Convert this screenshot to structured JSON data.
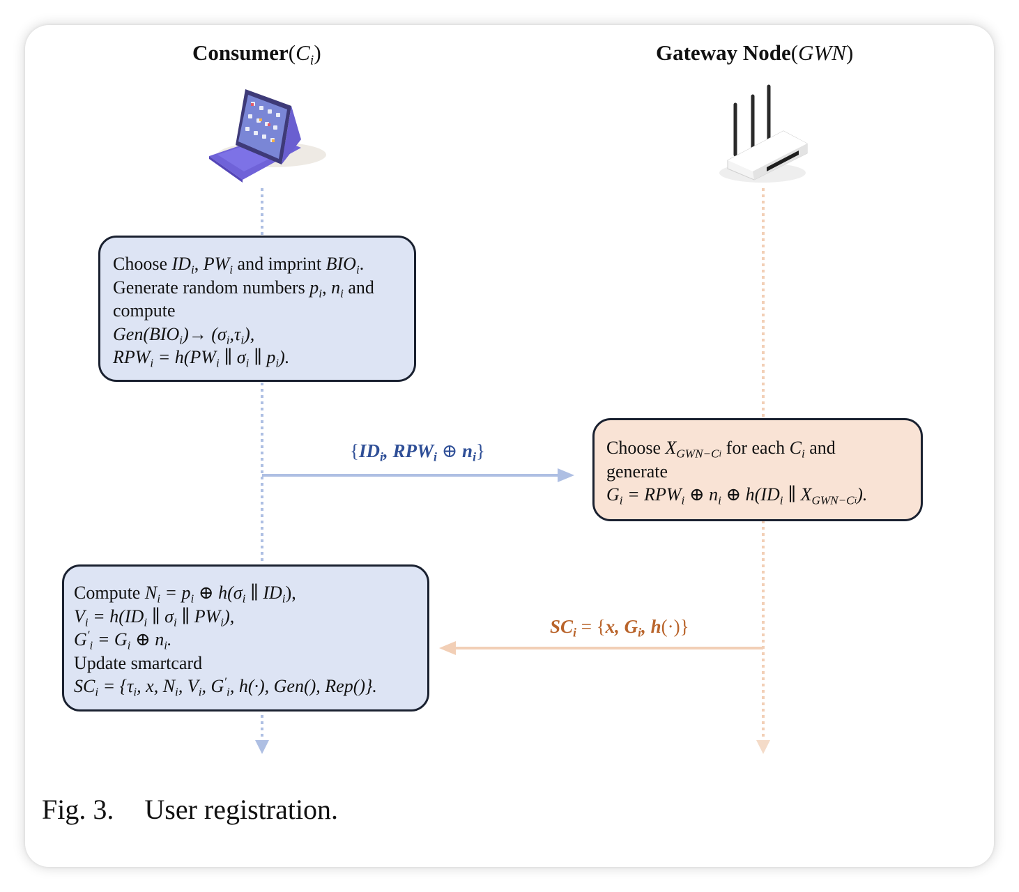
{
  "consumer": {
    "label": "Consumer",
    "symbol": "C",
    "subscript": "i"
  },
  "gateway": {
    "label": "Gateway Node",
    "symbol": "GWN"
  },
  "box1": {
    "l1": {
      "a": "Choose ",
      "b": "ID",
      "c": "i",
      "d": ", ",
      "e": "PW",
      "f": "i",
      "g": " and imprint ",
      "h": "BIO",
      "k": "i",
      "z": "."
    },
    "l2": {
      "a": "Generate random numbers ",
      "b": "p",
      "c": "i",
      "d": ", ",
      "e": "n",
      "f": "i",
      "g": " and"
    },
    "l3": "compute",
    "l4": {
      "a": "Gen(BIO",
      "b": "i",
      "c": ")→ (σ",
      "d": "i",
      "e": ",τ",
      "f": "i",
      "g": "),"
    },
    "l5": {
      "a": "RPW",
      "b": "i",
      "c": " = h(PW",
      "d": "i",
      "e": " ∥ σ",
      "f": "i",
      "g": " ∥ p",
      "h": "i",
      "k": ")."
    }
  },
  "msg1": {
    "a": "{",
    "b": "ID",
    "c": "i",
    "d": ", RPW",
    "e": "i",
    "f": " ⊕ ",
    "g": "n",
    "h": "i",
    "k": "}"
  },
  "box2": {
    "l1": {
      "a": "Choose ",
      "b": "X",
      "c": "GWN−C",
      "d": "i",
      "e": " for each ",
      "f": "C",
      "g": "i",
      "h": " and"
    },
    "l2": "generate",
    "l3": {
      "a": "G",
      "b": "i",
      "c": " = RPW",
      "d": "i",
      "e": " ⊕ n",
      "f": "i",
      "g": " ⊕ h(ID",
      "h": "i",
      "k": " ∥ X",
      "m": "GWN−C",
      "n": "i",
      "z": ")."
    }
  },
  "msg2": {
    "a": "SC",
    "b": "i",
    "c": " = {",
    "d": "x, G",
    "e": "i",
    "f": ", h",
    "g": "(·)}"
  },
  "box3": {
    "l1": {
      "a": "Compute ",
      "b": "N",
      "c": "i",
      "d": " = p",
      "e": "i",
      "f": " ⊕ h(σ",
      "g": "i",
      "h": " ∥ ID",
      "k": "i",
      "z": "),"
    },
    "l2": {
      "a": "V",
      "b": "i",
      "c": " = h(ID",
      "d": "i",
      "e": " ∥ σ",
      "f": "i",
      "g": " ∥ PW",
      "h": "i",
      "k": "),"
    },
    "l3": {
      "a": "G",
      "b": "′",
      "c": "i",
      "d": " = G",
      "e": "i",
      "f": " ⊕ n",
      "g": "i",
      "h": "."
    },
    "l4": "Update smartcard",
    "l5": {
      "a": "SC",
      "b": "i",
      "c": " = {τ",
      "d": "i",
      "e": ", x, N",
      "f": "i",
      "g": ", V",
      "h": "i",
      "k": ", G",
      "m": "′",
      "n": "i",
      "p": ", h(·), Gen(), Rep()}."
    }
  },
  "caption": {
    "fig": "Fig. 3.",
    "text": "User registration."
  },
  "colors": {
    "blue_box": "#dde4f4",
    "peach_box": "#f9e3d5",
    "blue_line": "#aebfe3",
    "peach_line": "#f2cfb6",
    "orange_text": "#b9642b",
    "blue_text": "#2f4f97"
  },
  "icons": {
    "consumer": "tablet-icon",
    "gateway": "router-icon"
  }
}
